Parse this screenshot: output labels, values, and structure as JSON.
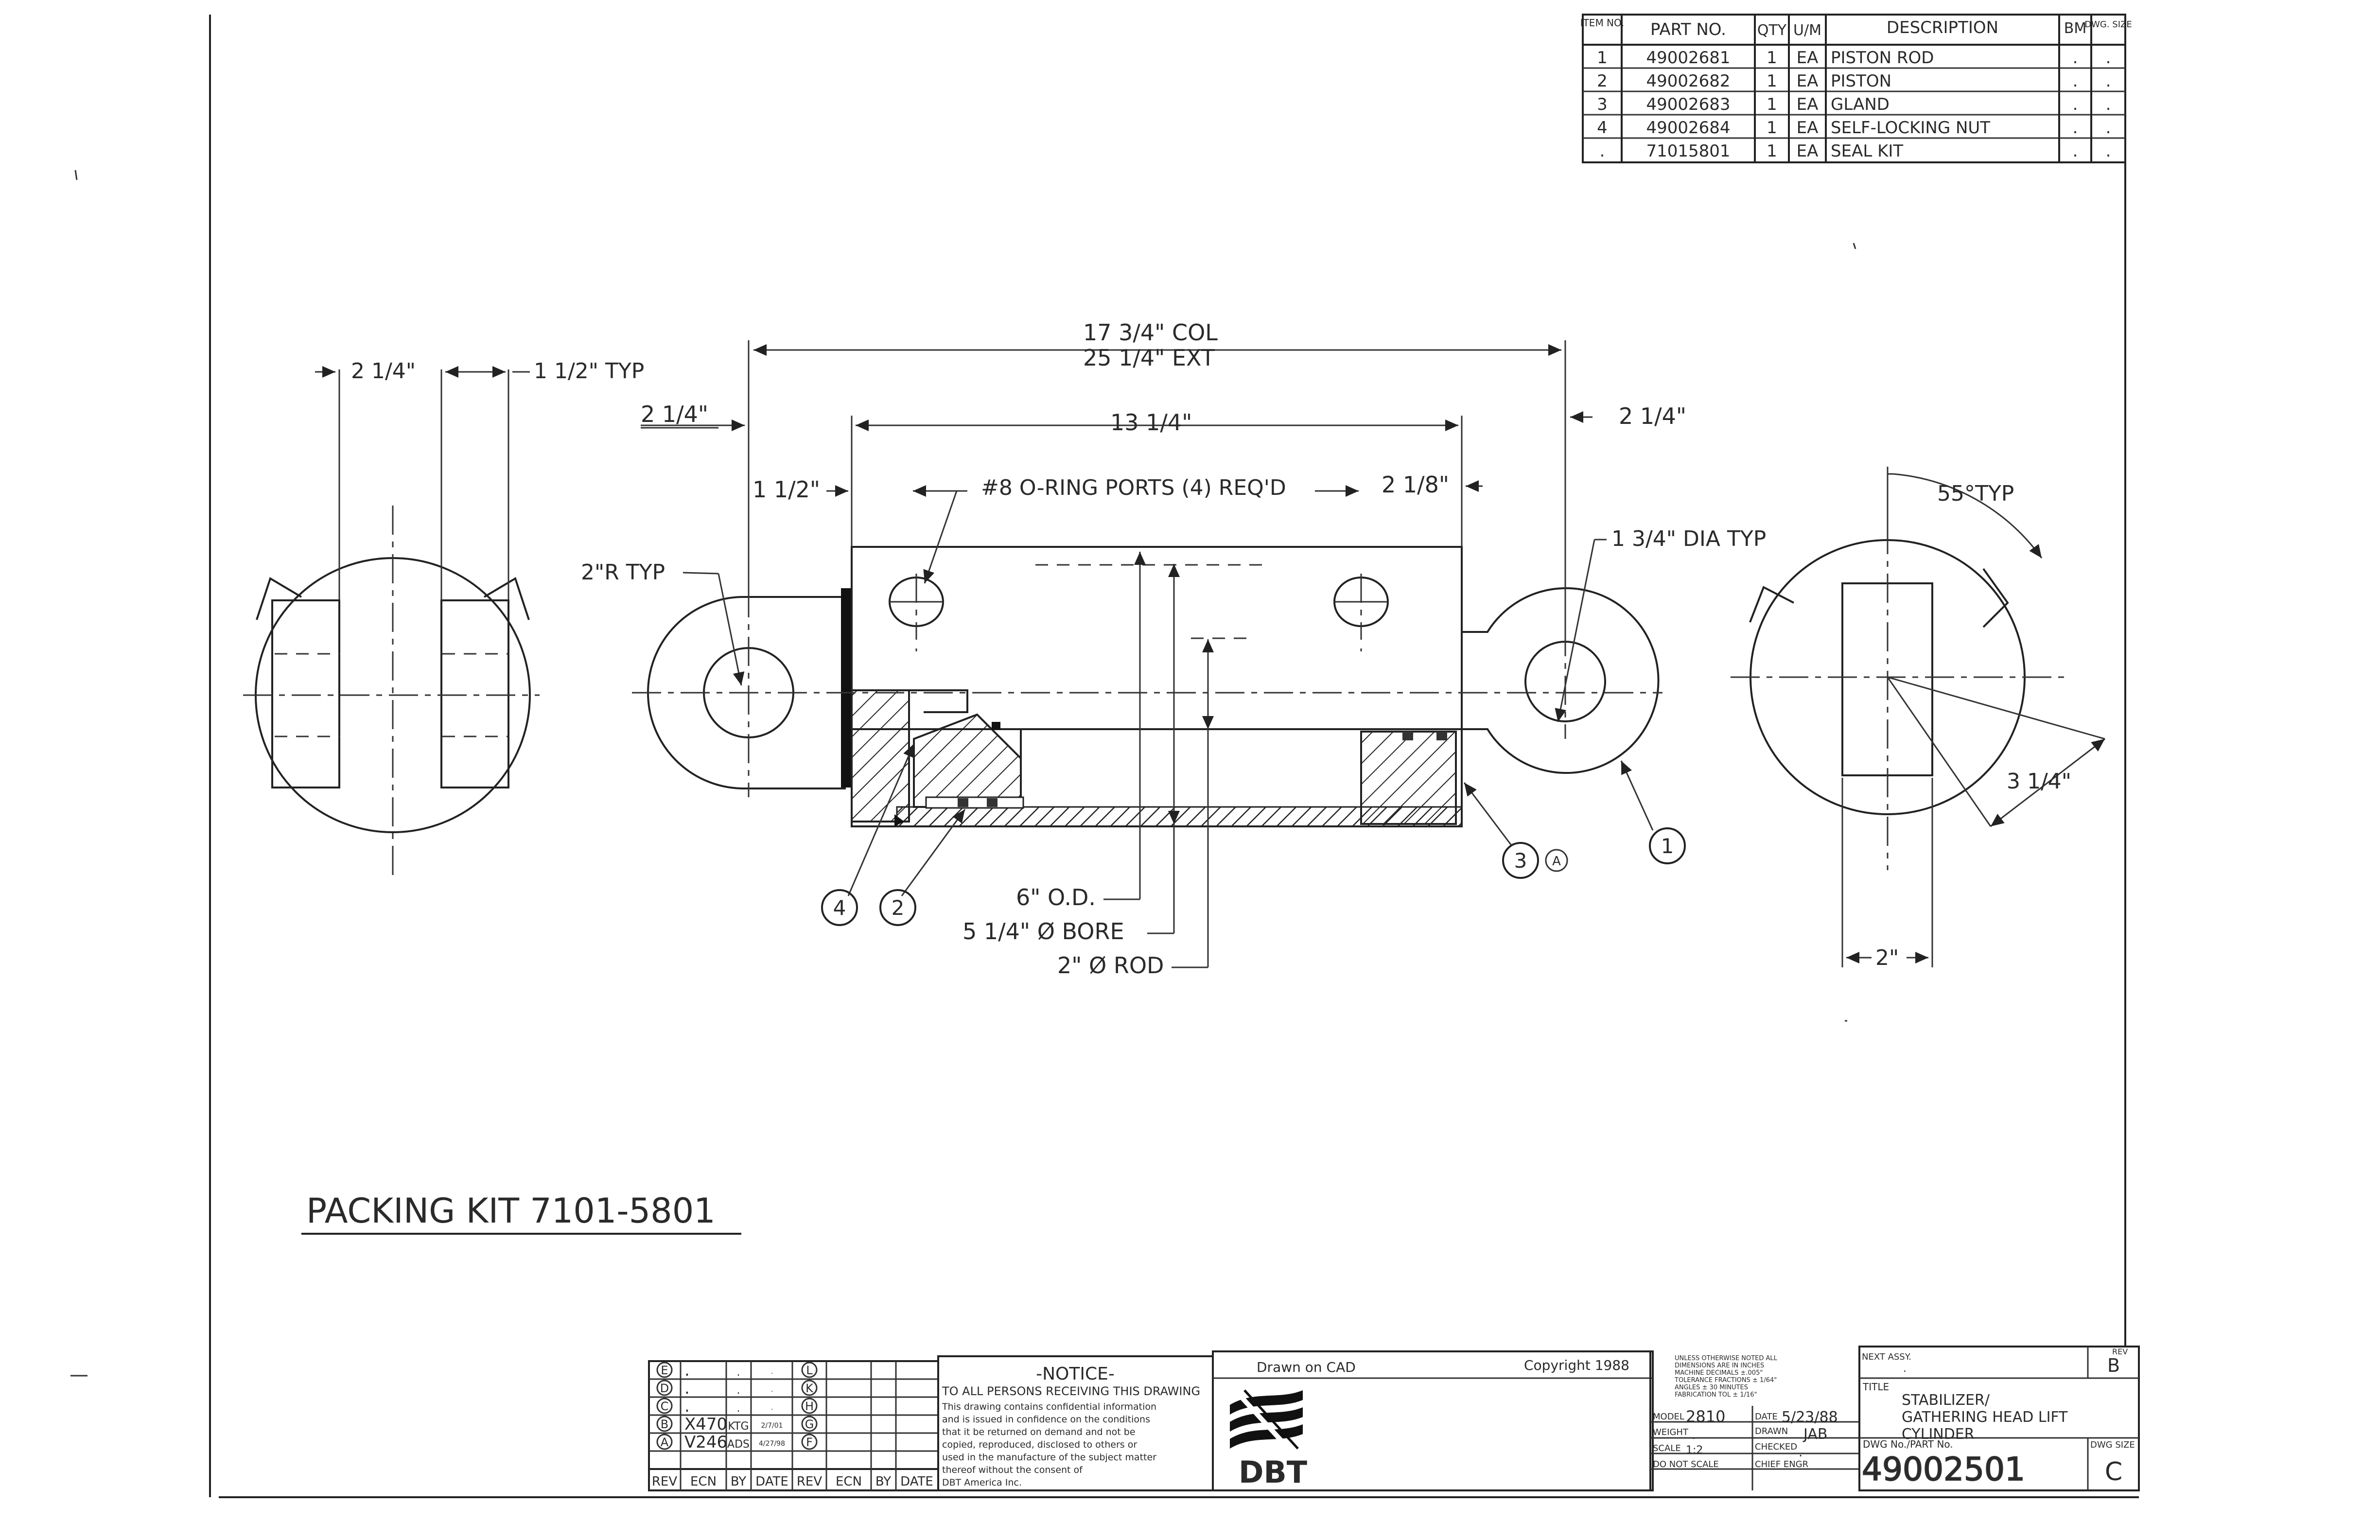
{
  "parts_table": {
    "headers": [
      "ITEM NO.",
      "PART NO.",
      "QTY",
      "U/M",
      "DESCRIPTION",
      "BM",
      "DWG. SIZE"
    ],
    "rows": [
      [
        "1",
        "49002681",
        "1",
        "EA",
        "PISTON ROD",
        ".",
        "."
      ],
      [
        "2",
        "49002682",
        "1",
        "EA",
        "PISTON",
        ".",
        "."
      ],
      [
        "3",
        "49002683",
        "1",
        "EA",
        "GLAND",
        ".",
        "."
      ],
      [
        "4",
        "49002684",
        "1",
        "EA",
        "SELF-LOCKING NUT",
        ".",
        "."
      ],
      [
        ".",
        "71015801",
        "1",
        "EA",
        "SEAL KIT",
        ".",
        "."
      ]
    ]
  },
  "dimensions": {
    "left_width": "2 1/4\"",
    "left_typ": "1 1/2\" TYP",
    "col": "17 3/4\" COL",
    "ext": "25 1/4\" EXT",
    "body_len": "13 1/4\"",
    "clevis_left": "2 1/4\"",
    "clevis_right": "2 1/4\"",
    "port_offset_left": "1 1/2\"",
    "port_offset_right": "2 1/8\"",
    "ports": "#8 O-RING PORTS (4) REQ'D",
    "radius": "2\"R TYP",
    "dia": "1 3/4\" DIA TYP",
    "od": "6\" O.D.",
    "bore": "5 1/4\" Ø BORE",
    "rod": "2\" Ø ROD",
    "angle": "55°TYP",
    "right_len": "3 1/4\"",
    "right_width": "2\""
  },
  "balloons": {
    "b1": "1",
    "b2": "2",
    "b3": "3",
    "b4": "4",
    "rev_a": "A"
  },
  "packing_kit": "PACKING KIT 7101-5801",
  "revisions": {
    "left_letters": [
      "E",
      "D",
      "C",
      "B",
      "A"
    ],
    "right_letters": [
      "L",
      "K",
      "H",
      "G",
      "F"
    ],
    "rows": [
      [
        ".",
        ".",
        "."
      ],
      [
        ".",
        ".",
        "."
      ],
      [
        ".",
        ".",
        "."
      ],
      [
        "X470",
        "KTG",
        "2/7/01"
      ],
      [
        "V246",
        "ADS",
        "4/27/98"
      ]
    ],
    "headers": [
      "REV",
      "ECN",
      "BY",
      "DATE",
      "REV",
      "ECN",
      "BY",
      "DATE"
    ]
  },
  "notice": {
    "title": "-NOTICE-",
    "line1": "TO ALL PERSONS RECEIVING THIS DRAWING",
    "body": [
      "This drawing contains confidential information",
      "and is issued in confidence on the conditions",
      "that it be returned on demand and not be",
      "copied, reproduced, disclosed to others or",
      "used in the manufacture of the subject matter",
      "thereof without the consent of",
      "DBT America Inc."
    ]
  },
  "title_block": {
    "drawn_on": "Drawn on CAD",
    "copyright": "Copyright 1988",
    "logo": "DBT",
    "tolerance": [
      "UNLESS OTHERWISE NOTED ALL",
      "DIMENSIONS ARE IN INCHES",
      "MACHINE    DECIMALS ±.005\"",
      "TOLERANCE  FRACTIONS ± 1/64\"",
      "           ANGLES ± 30 MINUTES",
      "FABRICATION TOL ± 1/16\""
    ],
    "model_label": "MODEL",
    "model": "2810",
    "date_label": "DATE",
    "date": "5/23/88",
    "weight_label": "WEIGHT",
    "weight": ".",
    "drawn_label": "DRAWN",
    "drawn": "JAB",
    "scale_label": "SCALE",
    "scale": "1:2",
    "checked_label": "CHECKED",
    "checked": ".",
    "no_scale": "DO NOT SCALE",
    "chief_label": "CHIEF ENGR",
    "next_assy_label": "NEXT ASSY.",
    "next_assy": ".",
    "rev_label": "REV",
    "rev": "B",
    "title_label": "TITLE",
    "title_lines": [
      "STABILIZER/",
      "GATHERING HEAD LIFT",
      "CYLINDER"
    ],
    "dwg_no_label": "DWG No./PART No.",
    "dwg_no": "49002501",
    "dwg_size_label": "DWG SIZE",
    "dwg_size": "C"
  },
  "colors": {
    "ink": "#222222",
    "paper": "#ffffff"
  }
}
